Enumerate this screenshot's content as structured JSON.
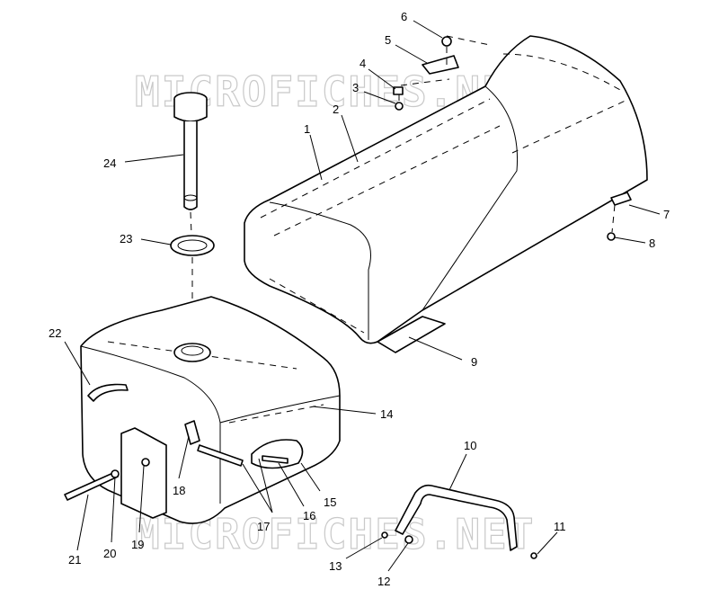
{
  "watermark": {
    "text": "MICROFICHES.NET"
  },
  "callouts": {
    "c1": "1",
    "c2": "2",
    "c3": "3",
    "c4": "4",
    "c5": "5",
    "c6": "6",
    "c7": "7",
    "c8": "8",
    "c9": "9",
    "c10": "10",
    "c11": "11",
    "c12": "12",
    "c13": "13",
    "c14": "14",
    "c15": "15",
    "c16": "16",
    "c17": "17",
    "c18": "18",
    "c19": "19",
    "c20": "20",
    "c21": "21",
    "c22": "22",
    "c23": "23",
    "c24": "24"
  }
}
